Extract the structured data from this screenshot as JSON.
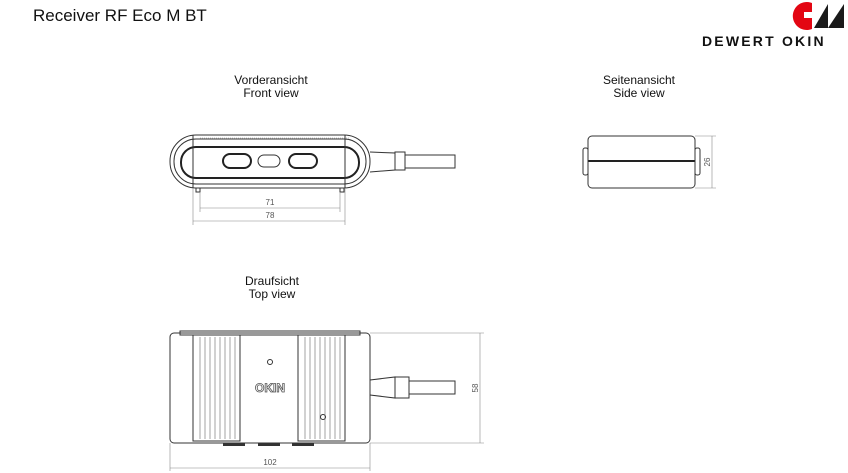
{
  "title": "Receiver RF Eco M BT",
  "brand": {
    "name": "DEWERT OKIN",
    "red": "#e30613",
    "black": "#1a1a1a"
  },
  "views": {
    "front": {
      "label_de": "Vorderansicht",
      "label_en": "Front view",
      "dims": [
        "71",
        "78"
      ]
    },
    "side": {
      "label_de": "Seitenansicht",
      "label_en": "Side view",
      "dims": [
        "26"
      ]
    },
    "top": {
      "label_de": "Draufsicht",
      "label_en": "Top view",
      "dims": [
        "58",
        "102"
      ],
      "device_logo": "OKIN"
    }
  }
}
